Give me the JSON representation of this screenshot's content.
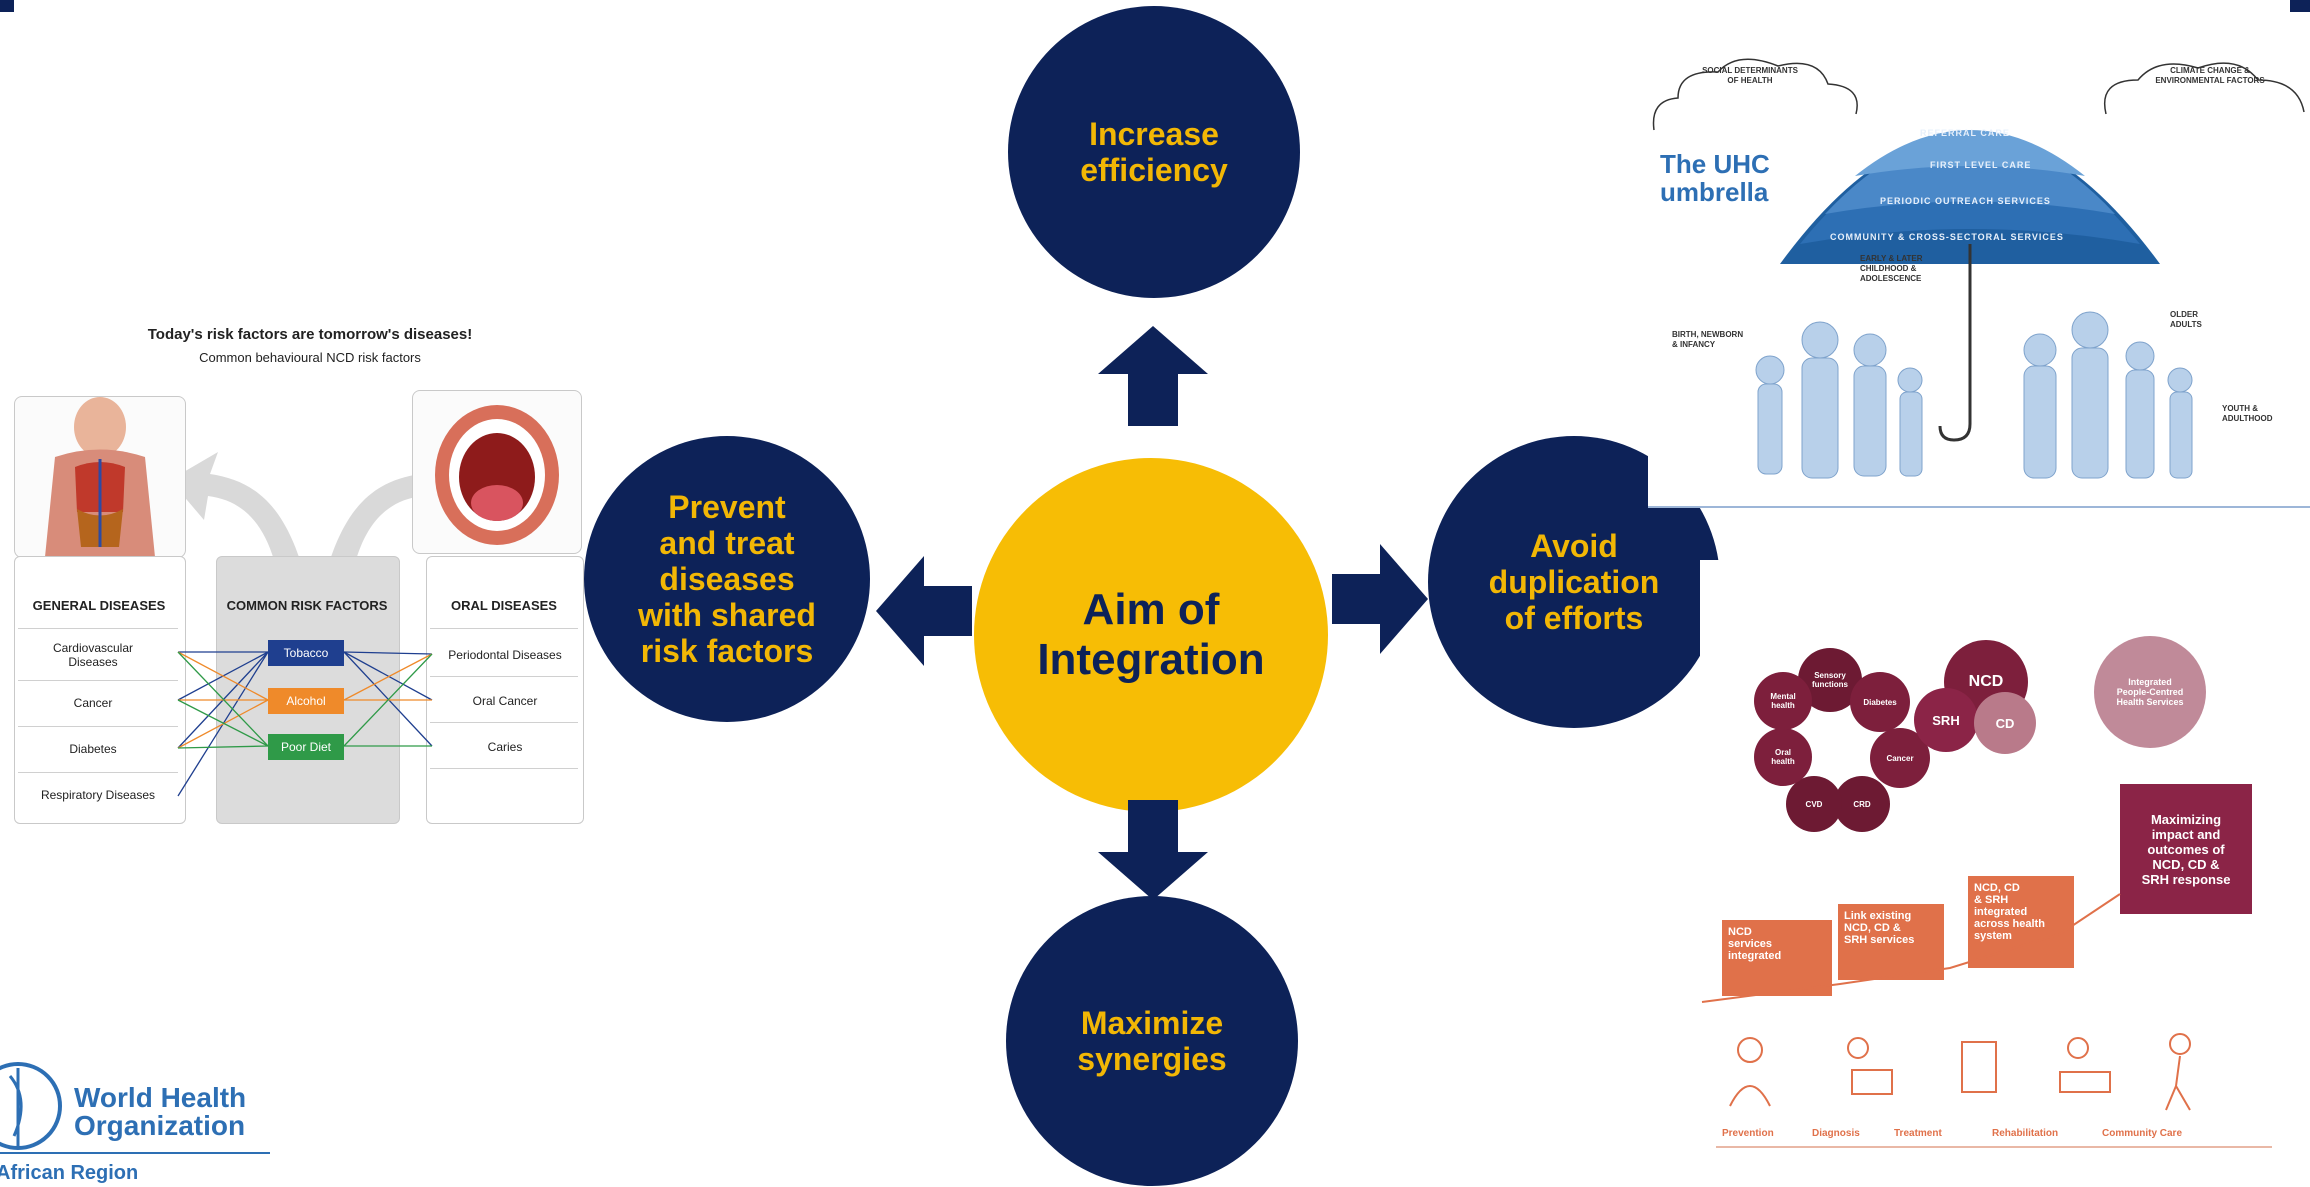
{
  "colors": {
    "navy": "#0d2258",
    "gold": "#f7bd05",
    "gold_text": "#f2b705",
    "blue": "#2d6fb4",
    "maroon": "#8b2447",
    "orange": "#e0714a"
  },
  "center": {
    "label": "Aim of\nIntegration"
  },
  "goals": {
    "top": "Increase\nefficiency",
    "left": "Prevent\nand treat\ndiseases\nwith shared\nrisk factors",
    "right": "Avoid\nduplication\nof efforts",
    "bottom": "Maximize\nsynergies"
  },
  "risk_panel": {
    "title": "Today's risk factors are tomorrow's diseases!",
    "subtitle": "Common behavioural NCD risk factors",
    "general_header": "GENERAL DISEASES",
    "risk_header": "COMMON RISK FACTORS",
    "oral_header": "ORAL DISEASES",
    "general": [
      "Cardiovascular\nDiseases",
      "Cancer",
      "Diabetes",
      "Respiratory Diseases"
    ],
    "risks": [
      {
        "label": "Tobacco",
        "color": "#1f3f8f"
      },
      {
        "label": "Alcohol",
        "color": "#ef8a2a"
      },
      {
        "label": "Poor Diet",
        "color": "#2f9a48"
      }
    ],
    "oral": [
      "Periodontal Diseases",
      "Oral Cancer",
      "Caries"
    ]
  },
  "uhc": {
    "title": "The UHC\numbrella",
    "cloud_left": "SOCIAL DETERMINANTS\nOF HEALTH",
    "cloud_right": "CLIMATE CHANGE &\nENVIRONMENTAL FACTORS",
    "bands": [
      "REFERRAL CARE",
      "FIRST LEVEL CARE",
      "PERIODIC OUTREACH SERVICES",
      "COMMUNITY & CROSS-SECTORAL SERVICES"
    ],
    "groups": [
      "EARLY & LATER\nCHILDHOOD &\nADOLESCENCE",
      "BIRTH, NEWBORN\n& INFANCY",
      "OLDER\nADULTS",
      "YOUTH &\nADULTHOOD"
    ]
  },
  "integration": {
    "small_circles": [
      "Sensory\nfunctions",
      "Diabetes",
      "Cancer",
      "CRD",
      "CVD",
      "Oral\nhealth",
      "Mental\nhealth"
    ],
    "ncd": "NCD",
    "srh": "SRH",
    "cd": "CD",
    "people_centred": "Integrated\nPeople-Centred\nHealth Services",
    "steps": [
      "NCD\nservices\nintegrated",
      "Link existing\nNCD, CD &\nSRH services",
      "NCD, CD\n& SRH\nintegrated\nacross health\nsystem"
    ],
    "outcome": "Maximizing\nimpact and\noutcomes of\nNCD, CD &\nSRH response",
    "care": [
      "Prevention",
      "Diagnosis",
      "Treatment",
      "Rehabilitation",
      "Community Care"
    ]
  },
  "logo": {
    "name": "World Health\nOrganization",
    "region": "African Region"
  }
}
